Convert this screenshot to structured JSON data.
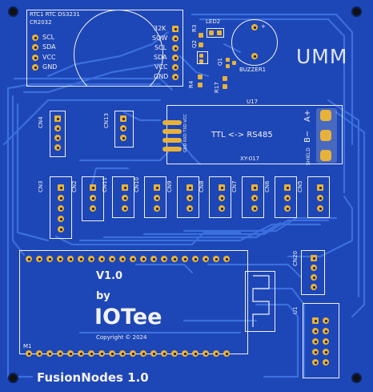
{
  "rtc": {
    "header": "RTC1 RTC DS3231",
    "battery": "CR2032",
    "left_pins": [
      "SCL",
      "SDA",
      "VCC",
      "GND"
    ],
    "right_pins": [
      "32K",
      "SQW",
      "SCL",
      "SDA",
      "VCC",
      "GND"
    ]
  },
  "components": {
    "led": "LED2",
    "q2": "Q2",
    "r3": "R3",
    "q1": "Q1",
    "r4": "R4",
    "r17": "R17",
    "buzzer": "BUZZER1"
  },
  "logo": "UMM",
  "rs485": {
    "ref": "U17",
    "title": "TTL <-> RS485",
    "model": "XY-017",
    "a": "A+",
    "b": "B−",
    "shield": "SHIELD",
    "pins": "GND RXD TXD VCC"
  },
  "connectors": [
    "CN4",
    "CN13",
    "CN3",
    "CN2",
    "CN11",
    "CN10",
    "CN9",
    "CN8",
    "CN7",
    "CN6",
    "CN5",
    "CN20",
    "U1"
  ],
  "module": {
    "version": "V1.0",
    "by": "by",
    "brand": "IOTee",
    "copyright": "Copyright © 2024",
    "ref": "M1"
  },
  "board_name": "FusionNodes 1.0",
  "colors": {
    "board": "#1d46b6",
    "trace": "#3b6fe0",
    "silk": "#f2f2f2",
    "pad": "#e8b23a"
  }
}
